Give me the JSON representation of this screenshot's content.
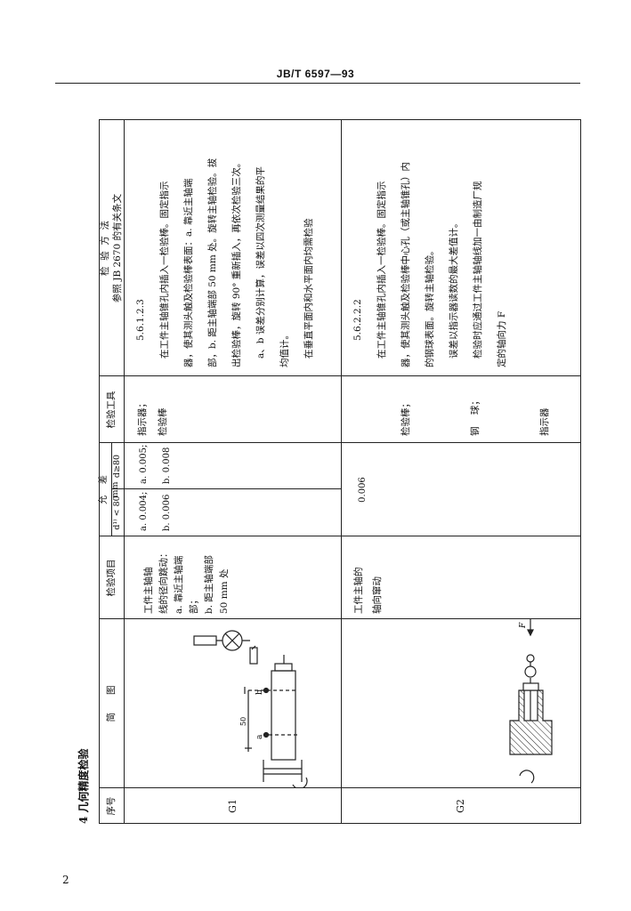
{
  "header": {
    "standard_no": "JB/T 6597—93"
  },
  "page_number": "2",
  "section_title": "4  几何精度检验",
  "table": {
    "headers": {
      "seq": "序号",
      "diagram": "简      图",
      "item": "检验项目",
      "tolerance": "允    差",
      "tolerance_unit": "mm",
      "tol_small": "d¹⁾ < 80",
      "tol_large": "d≥80",
      "tools": "检验工具",
      "method": "检  验  方  法",
      "method_ref": "参照 JB 2670 的有关条文"
    },
    "rows": [
      {
        "seq": "G1",
        "item_lines": [
          "工件主轴轴",
          "线的径向跳动：",
          "a. 靠近主轴端",
          "部；",
          "b. 距主轴端部",
          "50 mm 处"
        ],
        "tol_small_lines": [
          "a. 0.004;",
          "b. 0.006"
        ],
        "tol_large_lines": [
          "a. 0.005;",
          "b. 0.008"
        ],
        "tools_lines": [
          "指示器；",
          "检验棒"
        ],
        "method_lines": [
          "5.6.1.2.3",
          "在工件主轴锥孔内插入一检验棒。固定指示",
          "器，使其测头触及检验棒表面：a. 靠近主轴端",
          "部，b. 距主轴端部 50 mm 处。旋转主轴检验。拔",
          "出检验棒，旋转 90° 重新插入，再依次检验三次。",
          "a、b 误差分别计算，误差以四次测量结果的平",
          "均值计。",
          "在垂直平面内和水平面内均需检验"
        ],
        "diagram": {
          "label_a": "a",
          "label_b": "b",
          "dim": "50"
        }
      },
      {
        "seq": "G2",
        "item_lines": [
          "工件主轴的",
          "轴向窜动"
        ],
        "tol_value": "0.006",
        "tools_lines": [
          "检验棒；",
          "钢    球；",
          "指示器"
        ],
        "method_lines": [
          "5.6.2.2.2",
          "在工件主轴锥孔内插入一检验棒。固定指示",
          "器，使其测头触及检验棒中心孔（或主轴锥孔）内",
          "的钢球表面。旋转主轴检验。",
          "误差以指示器读数的最大差值计。",
          "检验时应通过工件主轴轴线加一由制造厂规",
          "定的轴向力 F"
        ],
        "diagram": {
          "label_f": "F"
        }
      }
    ]
  }
}
